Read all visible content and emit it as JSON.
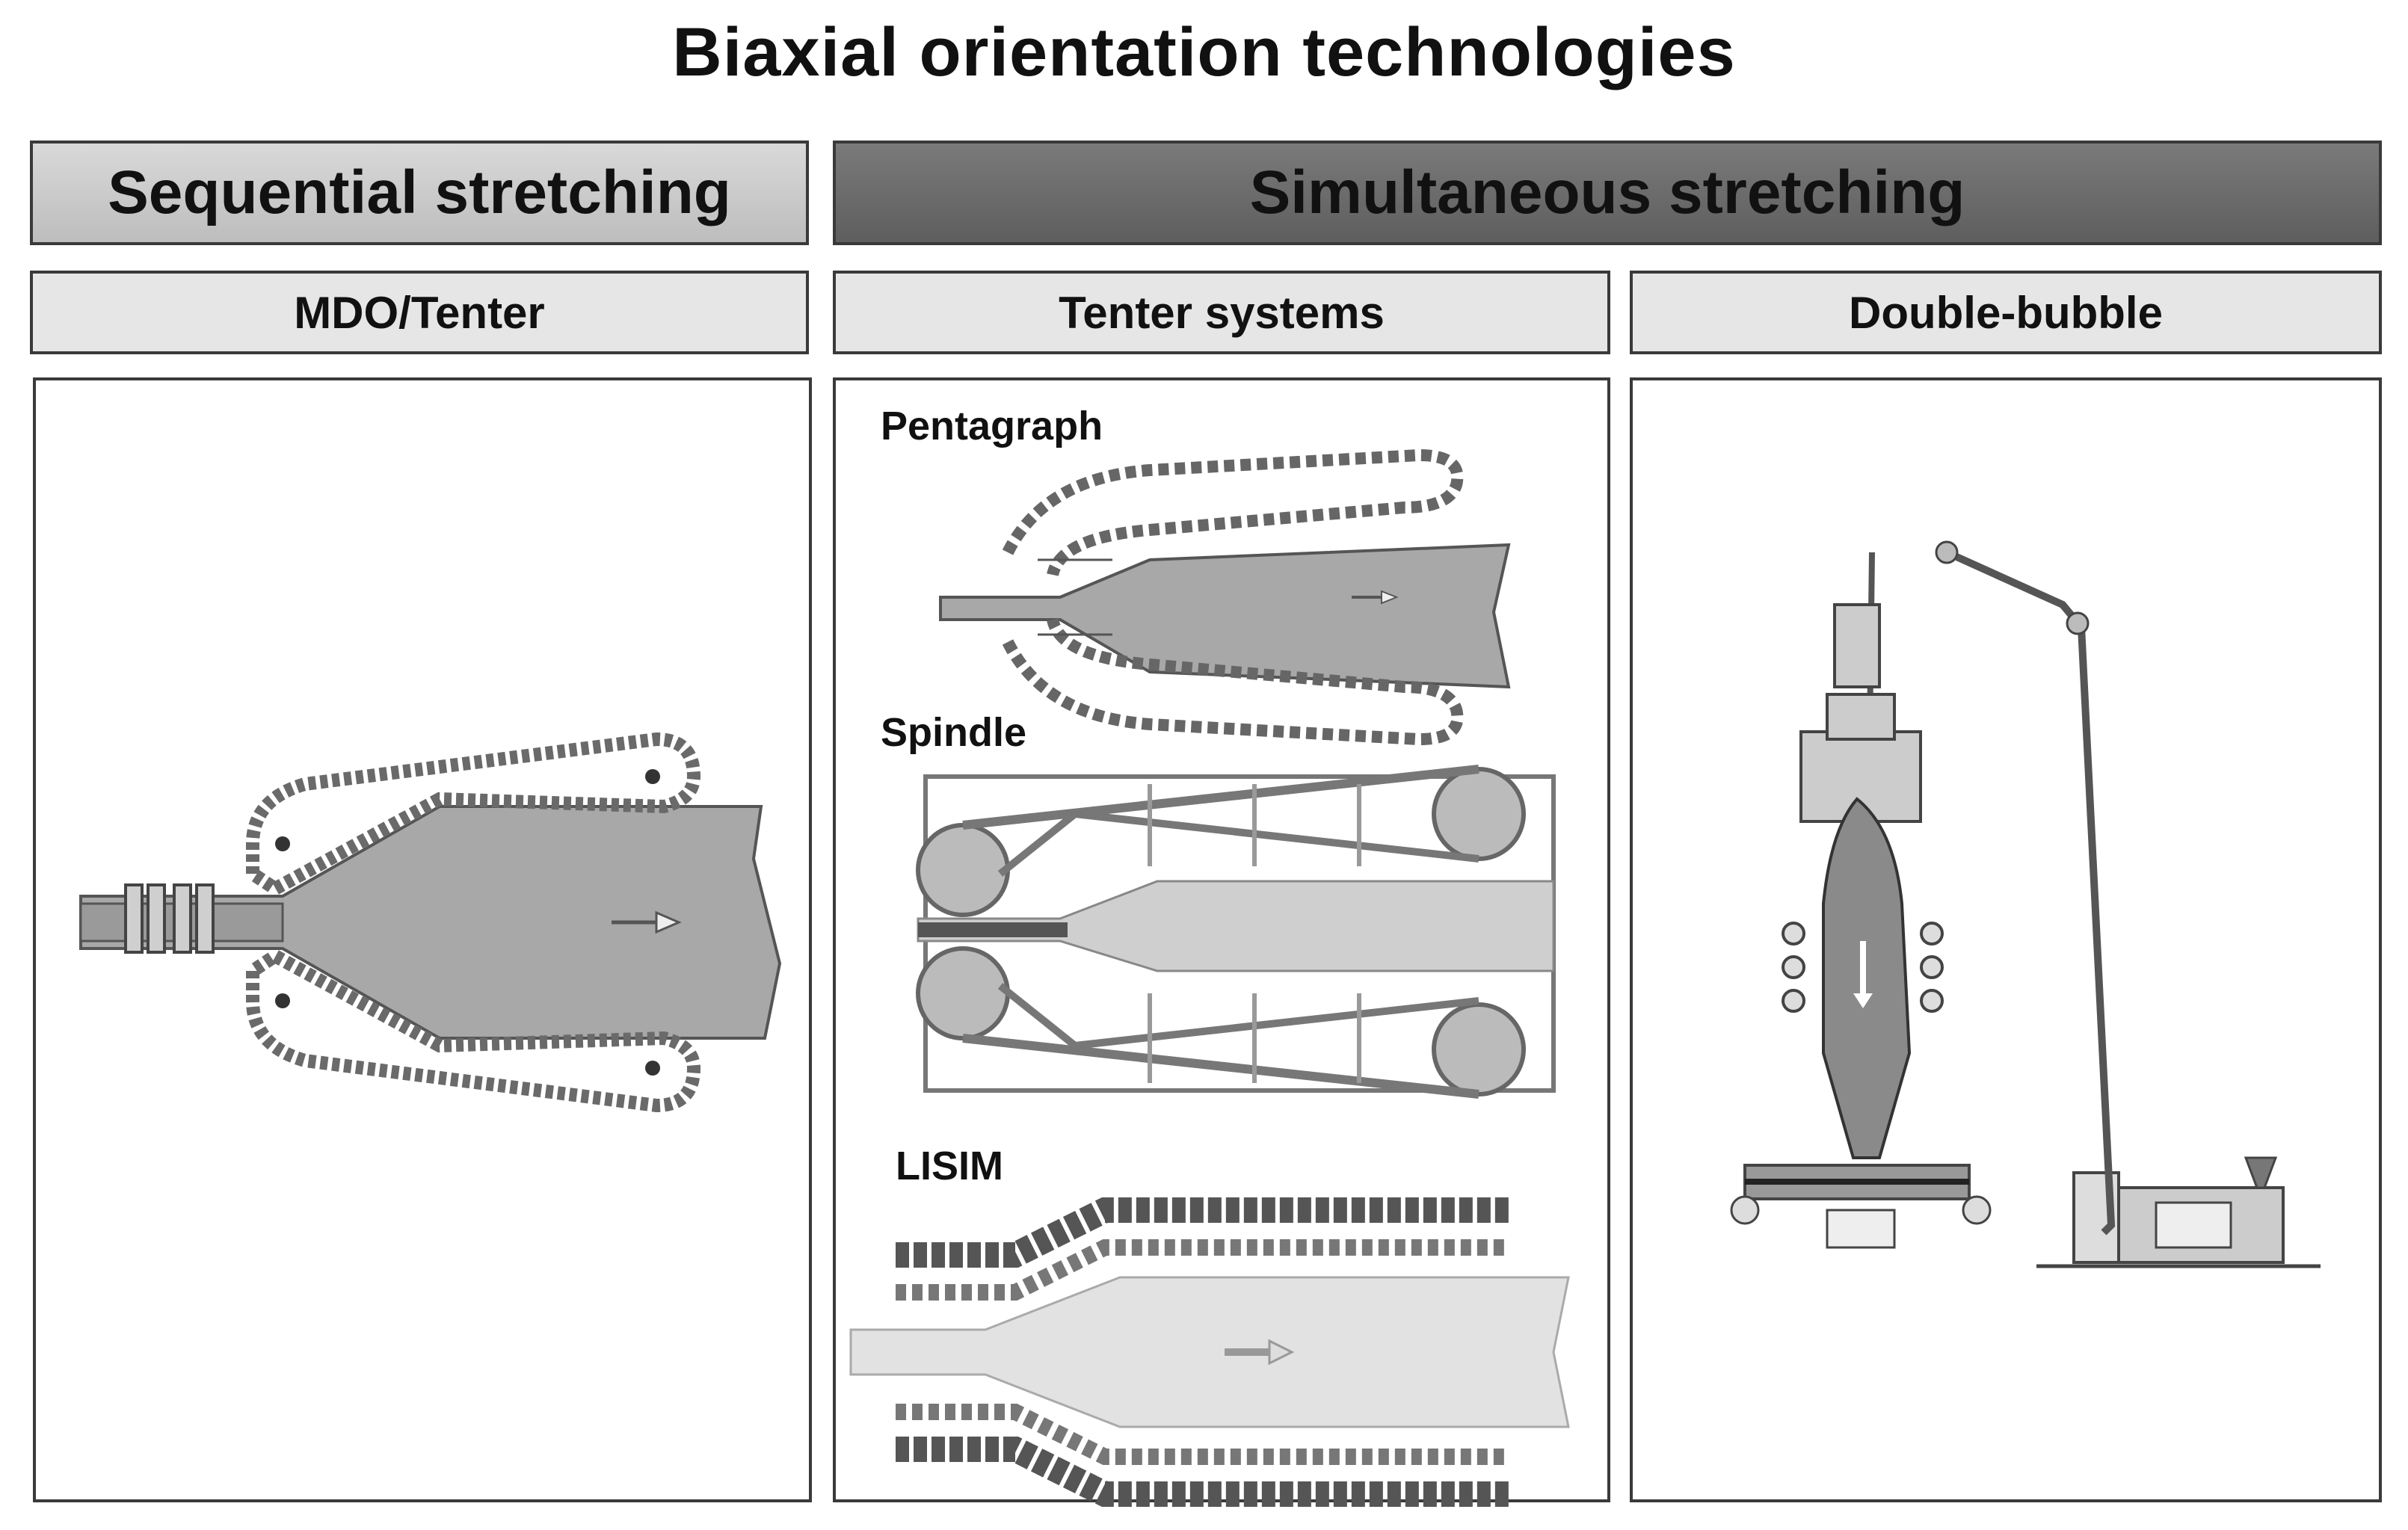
{
  "title": "Biaxial orientation technologies",
  "headers": {
    "sequential": "Sequential stretching",
    "simultaneous": "Simultaneous stretching"
  },
  "subheaders": {
    "mdo_tenter": "MDO/Tenter",
    "tenter_systems": "Tenter systems",
    "double_bubble": "Double-bubble"
  },
  "tenter_labels": {
    "pentagraph": "Pentagraph",
    "spindle": "Spindle",
    "lisim": "LISIM"
  },
  "colors": {
    "film": "#a9a9a9",
    "chain": "#6f6f6f",
    "header_dark": "#6a6a6a",
    "header_light": "#cfcfcf"
  }
}
